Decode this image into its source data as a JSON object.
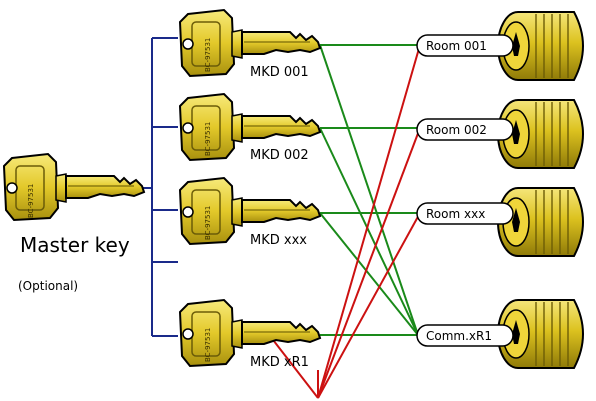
{
  "master": {
    "label": "Master key",
    "note": "(Optional)",
    "stamp": "BC-97531"
  },
  "keys": [
    {
      "label": "MKD 001",
      "stamp": "BC-97531"
    },
    {
      "label": "MKD 002",
      "stamp": "BC-97531"
    },
    {
      "label": "MKD xxx",
      "stamp": "BC-97531"
    },
    {
      "label": "MKD xR1",
      "stamp": "BC-97531"
    }
  ],
  "locks": [
    {
      "label": "Room 001"
    },
    {
      "label": "Room 002"
    },
    {
      "label": "Room xxx"
    },
    {
      "label": "Comm.xR1"
    }
  ],
  "colors": {
    "tree": "#1a2a8a",
    "green_links": "#1a8a1a",
    "red_links": "#cc1111",
    "brass": "#e6cf2a",
    "brass_dark": "#8a7a10",
    "outline": "#000000"
  }
}
